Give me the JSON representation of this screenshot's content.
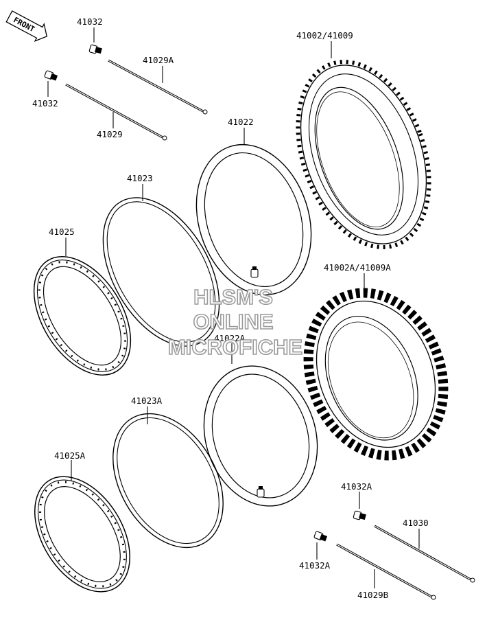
{
  "front_arrow": {
    "text": "FRONT"
  },
  "watermark": {
    "line1": "HLSM'S",
    "line2": "ONLINE",
    "line3": "MICROFICHE"
  },
  "labels": {
    "p41032_top": "41032",
    "p41029A": "41029A",
    "p41032_mid": "41032",
    "p41029": "41029",
    "p41002_41009": "41002/41009",
    "p41022": "41022",
    "p41023": "41023",
    "p41025": "41025",
    "p41002A_41009A": "41002A/41009A",
    "p41022A": "41022A",
    "p41023A": "41023A",
    "p41025A": "41025A",
    "p41032A_top": "41032A",
    "p41030": "41030",
    "p41032A_bot": "41032A",
    "p41029B": "41029B"
  },
  "colors": {
    "line": "#000000",
    "background": "#ffffff",
    "watermark_outline": "#9a9a9a"
  }
}
